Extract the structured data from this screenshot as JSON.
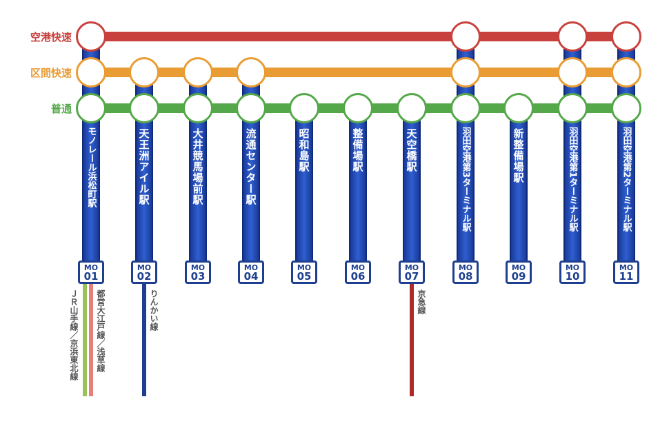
{
  "services": [
    {
      "name": "空港快速",
      "color": "#c8413d",
      "stops": [
        "01",
        "08",
        "10",
        "11"
      ]
    },
    {
      "name": "区間快速",
      "color": "#e99c33",
      "stops": [
        "01",
        "02",
        "03",
        "04",
        "08",
        "10",
        "11"
      ]
    },
    {
      "name": "普通",
      "color": "#55a84a",
      "stops": [
        "01",
        "02",
        "03",
        "04",
        "05",
        "06",
        "07",
        "08",
        "09",
        "10",
        "11"
      ]
    }
  ],
  "stations": [
    {
      "prefix": "MO",
      "num": "01",
      "name": "モノレール浜松町駅"
    },
    {
      "prefix": "MO",
      "num": "02",
      "name": "天王洲アイル駅"
    },
    {
      "prefix": "MO",
      "num": "03",
      "name": "大井競馬場前駅"
    },
    {
      "prefix": "MO",
      "num": "04",
      "name": "流通センター駅"
    },
    {
      "prefix": "MO",
      "num": "05",
      "name": "昭和島駅"
    },
    {
      "prefix": "MO",
      "num": "06",
      "name": "整備場駅"
    },
    {
      "prefix": "MO",
      "num": "07",
      "name": "天空橋駅"
    },
    {
      "prefix": "MO",
      "num": "08",
      "name": "羽田空港第3ターミナル駅"
    },
    {
      "prefix": "MO",
      "num": "09",
      "name": "新整備場駅"
    },
    {
      "prefix": "MO",
      "num": "10",
      "name": "羽田空港第1ターミナル駅"
    },
    {
      "prefix": "MO",
      "num": "11",
      "name": "羽田空港第2ターミナル駅"
    }
  ],
  "transfers": [
    {
      "station": "01",
      "name": "ＪＲ山手線／京浜東北線",
      "color": "#9ac05a",
      "side": "left"
    },
    {
      "station": "01",
      "name": "都営大江戸線／浅草線",
      "color": "#e57f78",
      "side": "right"
    },
    {
      "station": "02",
      "name": "りんかい線",
      "color": "#1e3f8f",
      "side": "right"
    },
    {
      "station": "07",
      "name": "京急線",
      "color": "#b02a2a",
      "side": "right"
    }
  ]
}
